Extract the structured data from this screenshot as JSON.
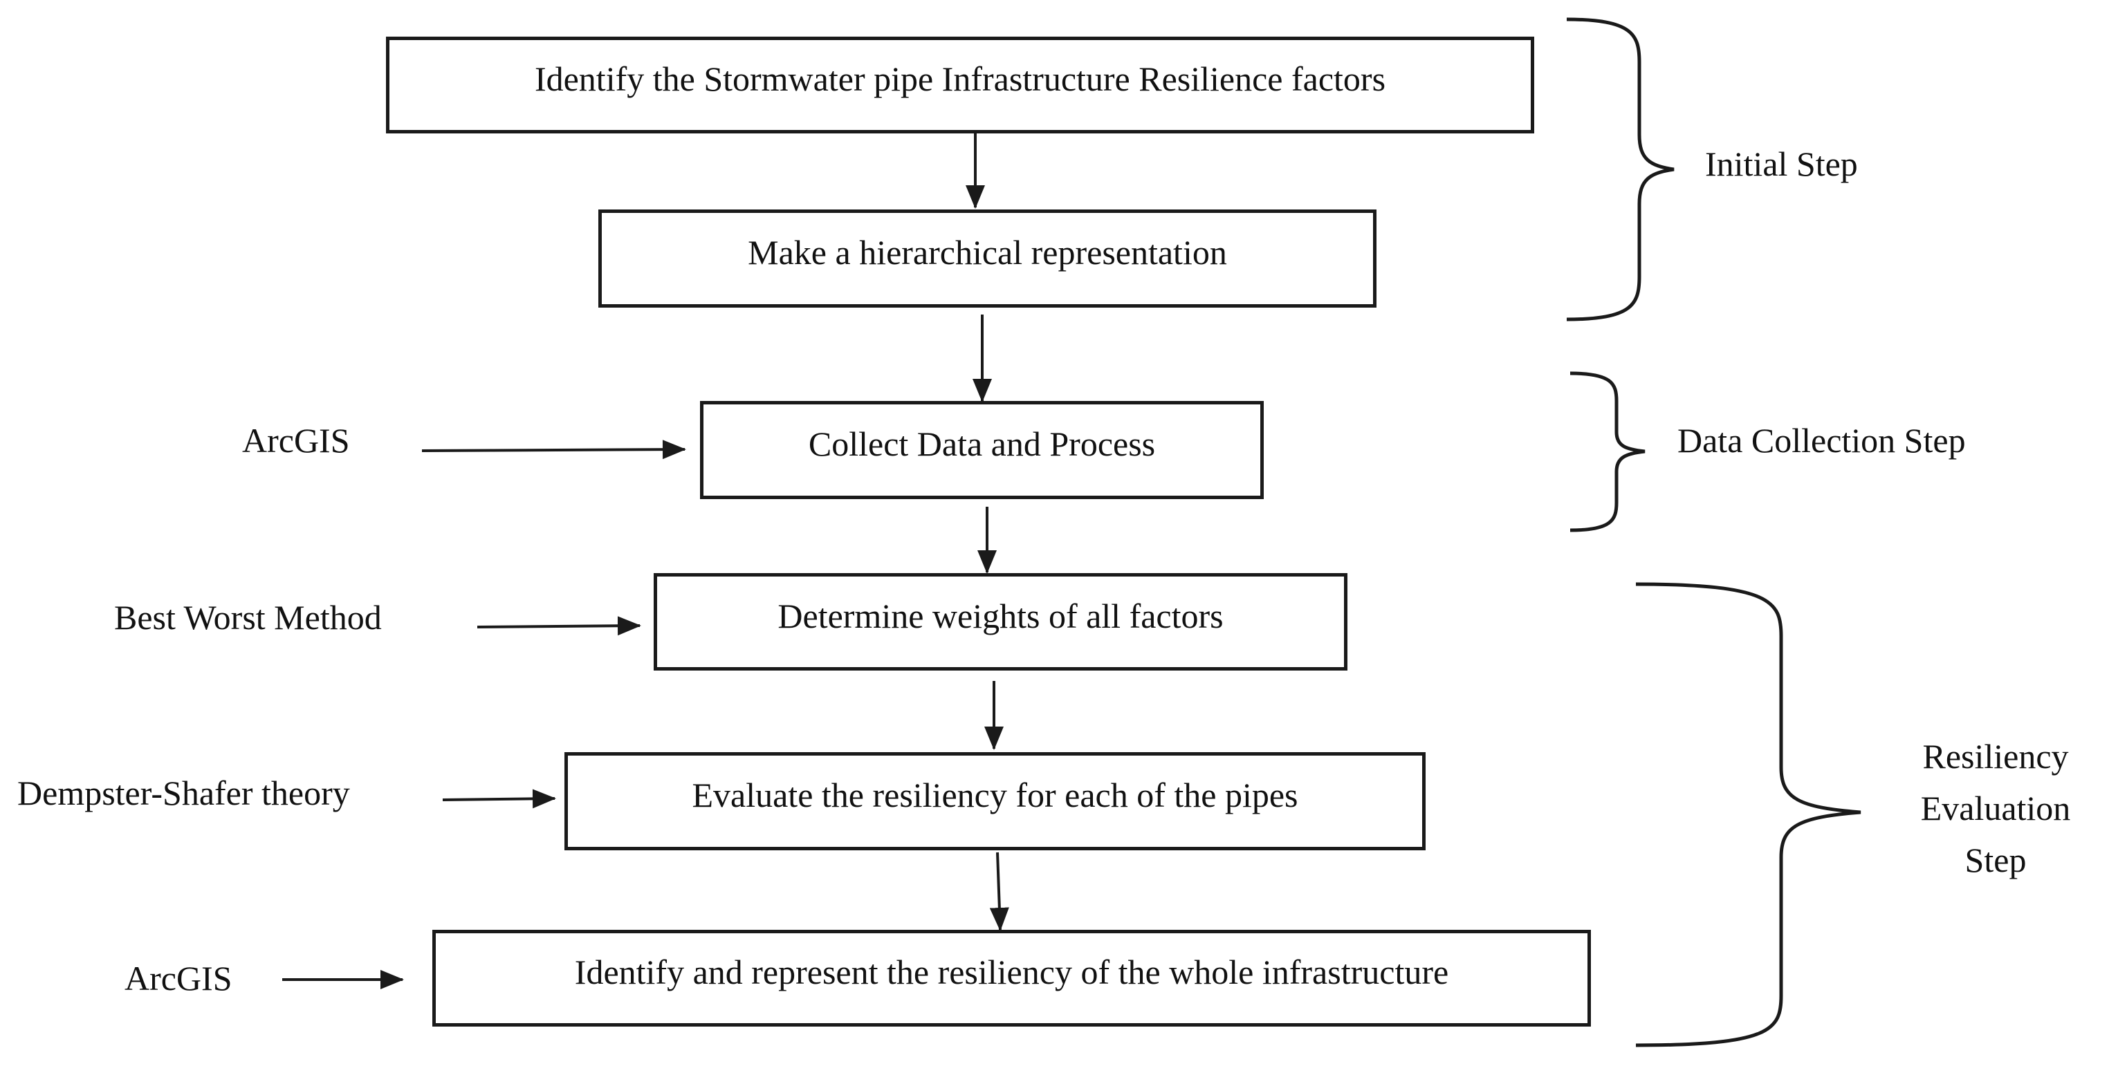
{
  "process_steps": [
    "Identify the Stormwater pipe Infrastructure Resilience factors",
    "Make a hierarchical representation",
    "Collect Data and Process",
    "Determine weights of all factors",
    "Evaluate the resiliency for each of the pipes",
    "Identify and represent the resiliency of the whole infrastructure"
  ],
  "inputs": [
    "ArcGIS",
    "Best Worst Method",
    "Dempster-Shafer theory",
    "ArcGIS"
  ],
  "stages": {
    "initial": "Initial Step",
    "data_collection": "Data Collection Step",
    "resiliency_line1": "Resiliency",
    "resiliency_line2": "Evaluation",
    "resiliency_line3": "Step"
  }
}
